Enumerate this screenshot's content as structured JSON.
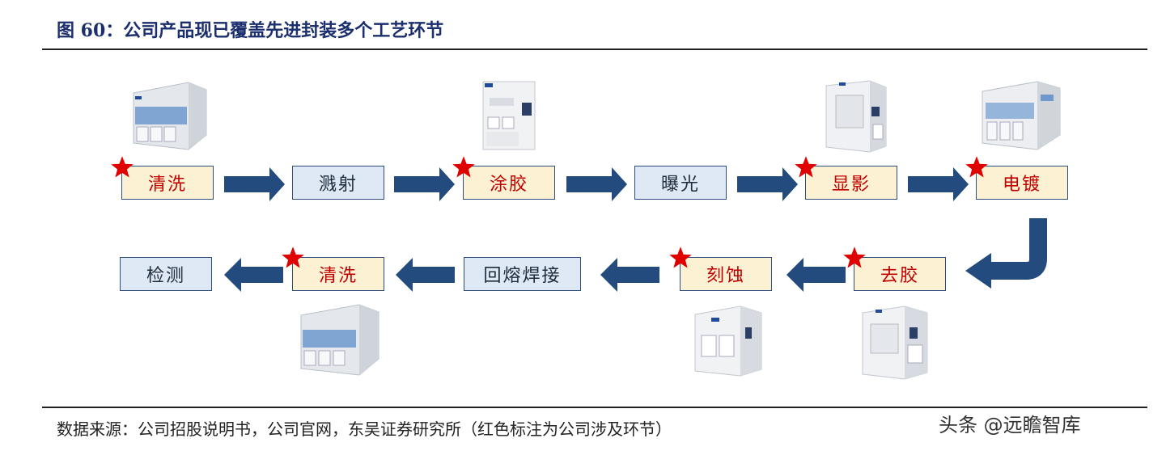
{
  "title": "图 60：公司产品现已覆盖先进封装多个工艺环节",
  "steps": [
    {
      "label": "清洗",
      "key": true
    },
    {
      "label": "溅射",
      "key": false
    },
    {
      "label": "涂胶",
      "key": true
    },
    {
      "label": "曝光",
      "key": false
    },
    {
      "label": "显影",
      "key": true
    },
    {
      "label": "电镀",
      "key": true
    },
    {
      "label": "去胶",
      "key": true
    },
    {
      "label": "刻蚀",
      "key": true
    },
    {
      "label": "回熔焊接",
      "key": false
    },
    {
      "label": "清洗",
      "key": true
    },
    {
      "label": "检测",
      "key": false
    }
  ],
  "source": "数据来源：公司招股说明书，公司官网，东吴证券研究所（红色标注为公司涉及环节）",
  "watermark": "头条 @远瞻智库",
  "colors": {
    "title": "#1b2f6e",
    "arrow": "#234b7d",
    "key_fill": "#fdf1d3",
    "key_text": "#c00000",
    "plain_fill": "#dfe9f5",
    "star": "#e00000"
  }
}
